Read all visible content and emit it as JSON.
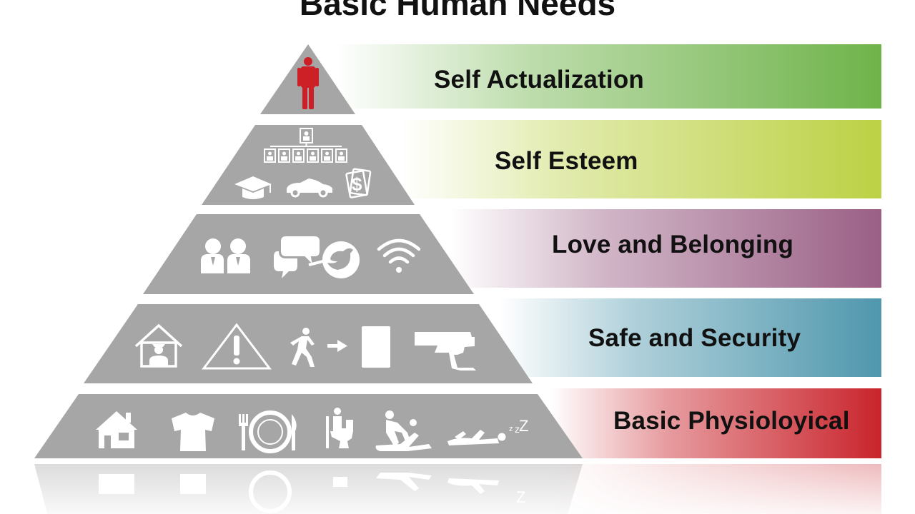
{
  "title": "Basic Human Needs",
  "levels": [
    {
      "label": "Self Actualization",
      "color": "#6fb34a",
      "icons": [
        "person-icon"
      ]
    },
    {
      "label": "Self Esteem",
      "color": "#bcd144",
      "icons": [
        "org-chart-icon",
        "graduation-cap-icon",
        "car-icon",
        "money-icon"
      ]
    },
    {
      "label": "Love and Belonging",
      "color": "#9a5f85",
      "icons": [
        "people-icon",
        "chat-bubbles-icon",
        "bird-icon",
        "wifi-icon"
      ]
    },
    {
      "label": "Safe and Security",
      "color": "#4f97ad",
      "icons": [
        "guard-house-icon",
        "warning-icon",
        "exit-icon",
        "gun-icon"
      ]
    },
    {
      "label": "Basic Physioloyical",
      "color": "#c9242c",
      "icons": [
        "house-icon",
        "tshirt-icon",
        "dining-icon",
        "toilet-icon",
        "couple-icon",
        "sleep-icon"
      ]
    }
  ],
  "colors": {
    "pyramid": "#a6a6a6",
    "icon": "#ffffff",
    "apex_person": "#cc1f26"
  }
}
